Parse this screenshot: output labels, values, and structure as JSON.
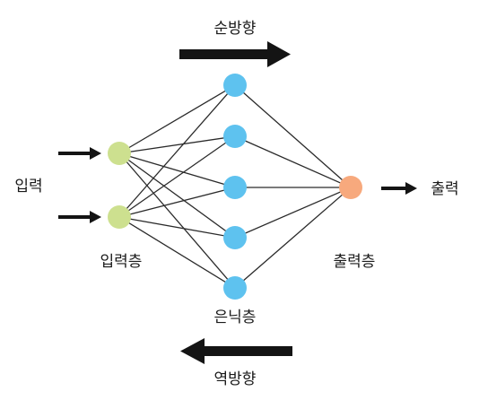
{
  "labels": {
    "forward": "순방향",
    "backward": "역방향",
    "input": "입력",
    "output": "출력",
    "input_layer": "입력층",
    "hidden_layer": "은닉층",
    "output_layer": "출력층"
  },
  "network": {
    "input_nodes": 2,
    "hidden_nodes": 5,
    "output_nodes": 1
  },
  "colors": {
    "input_node": "#cde08f",
    "hidden_node": "#5ec2ef",
    "output_node": "#f7a97d",
    "edge": "#2a2a2a",
    "arrow": "#141414",
    "text": "#1a1a1a"
  }
}
